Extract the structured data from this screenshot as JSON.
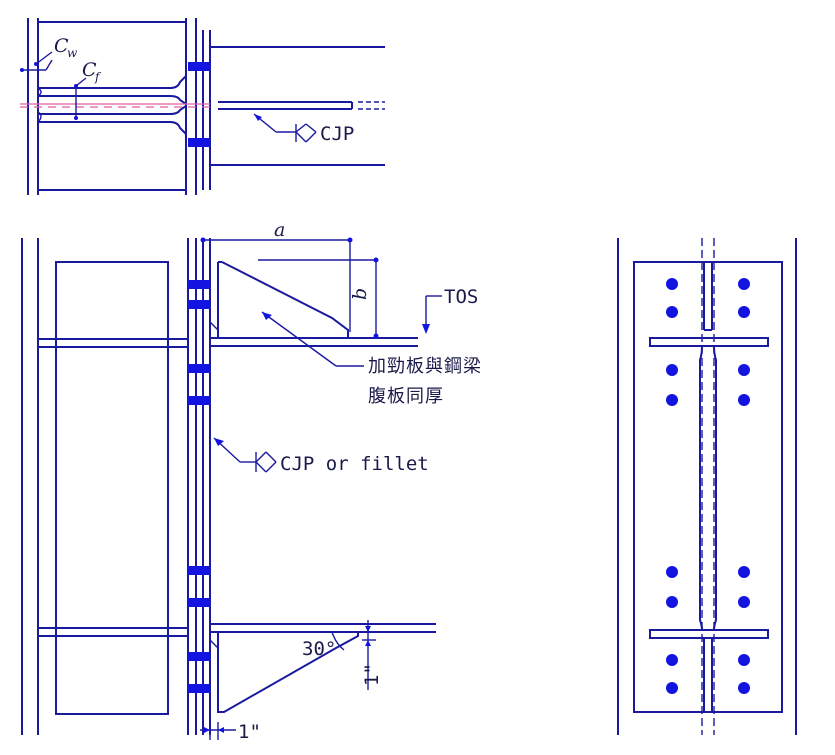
{
  "labels": {
    "cw": "C",
    "cw_sub": "w",
    "cf": "C",
    "cf_sub": "f",
    "cjp_top": "CJP",
    "a": "a",
    "b": "b",
    "tos": "TOS",
    "stiffener_note_line1": "加勁板與鋼梁",
    "stiffener_note_line2": "腹板同厚",
    "cjp_or_fillet": "CJP or fillet",
    "angle": "30°",
    "dim_1in_right": "1\"",
    "dim_1in_bottom": "1\""
  },
  "colors": {
    "line": "#1a1aa0",
    "fill_block": "#1414e0",
    "centerline": "#e060a0"
  }
}
